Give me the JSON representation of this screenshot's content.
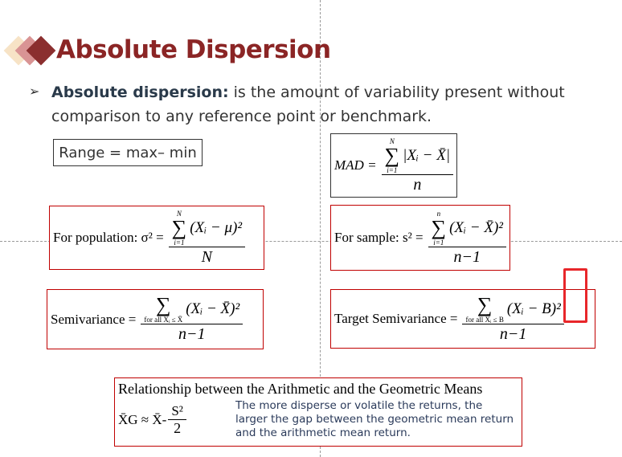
{
  "title": "Absolute Dispersion",
  "bullet": {
    "term": "Absolute dispersion:",
    "text": " is the amount of variability present without comparison to any reference point or benchmark."
  },
  "range": "Range = max– min",
  "mad": {
    "lhs": "MAD =",
    "upper": "N",
    "sigma": "∑",
    "lower": "i=1",
    "expr": "|Xᵢ − X̄|",
    "den": "n"
  },
  "population": {
    "lhs": "For  population: σ² =",
    "upper": "N",
    "sigma": "∑",
    "lower": "i=1",
    "expr": "(Xᵢ − μ)²",
    "den": "N"
  },
  "sample": {
    "lhs": "For sample: s² =",
    "upper": "n",
    "sigma": "∑",
    "lower": "i=1",
    "expr": "(Xᵢ − X̄)²",
    "den": "n−1"
  },
  "semivariance": {
    "lhs": "Semivariance =",
    "sigma": "∑",
    "lower": "for all Xᵢ ≤ X̄",
    "expr": "(Xᵢ − X̄)²",
    "den": "n−1"
  },
  "target": {
    "lhs": "Target Semivariance =",
    "sigma": "∑",
    "lower": "for all Xᵢ ≤ B",
    "expr": "(Xᵢ − B)²",
    "den": "n−1"
  },
  "relationship": {
    "heading": "Relationship between the Arithmetic and the Geometric Means",
    "lhs": "X̄G ≈ X̄-",
    "num": "S²",
    "den": "2",
    "note": "The more disperse or volatile the returns, the larger the gap between the geometric mean return and the arithmetic mean return."
  }
}
